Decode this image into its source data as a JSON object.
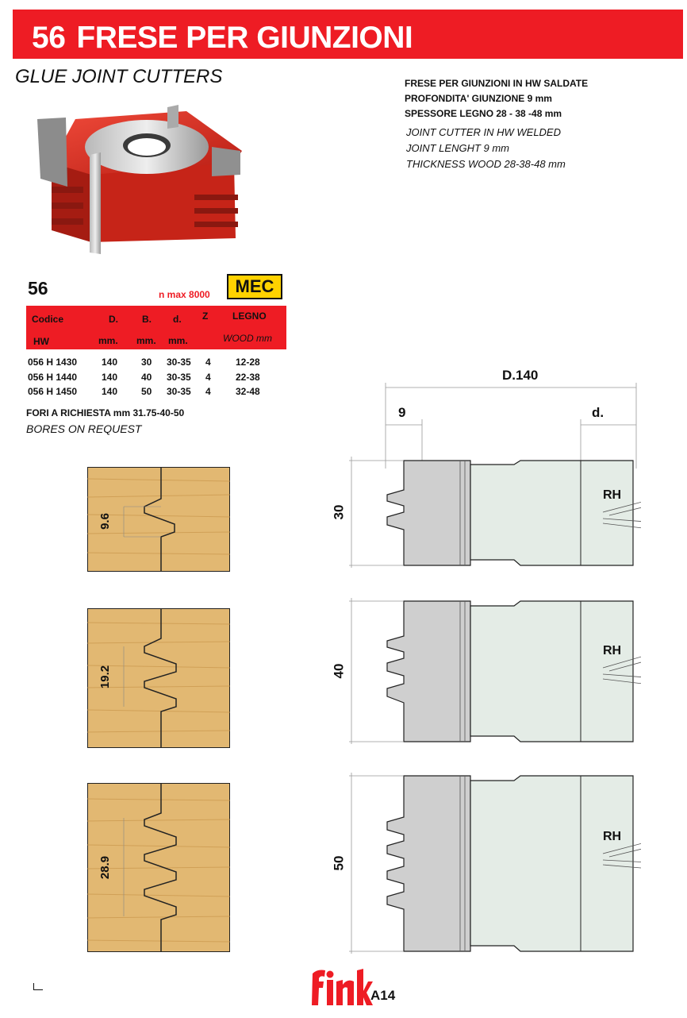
{
  "header": {
    "number": "56",
    "title": "FRESE PER GIUNZIONI",
    "subtitle": "GLUE JOINT CUTTERS"
  },
  "specs": {
    "it": [
      "FRESE PER GIUNZIONI IN HW SALDATE",
      "PROFONDITA' GIUNZIONE 9 mm",
      "SPESSORE LEGNO 28 - 38 -48 mm"
    ],
    "en": [
      "JOINT CUTTER IN HW WELDED",
      "JOINT LENGHT 9 mm",
      "THICKNESS WOOD 28-38-48 mm"
    ]
  },
  "model": "56",
  "n_max": "n max 8000",
  "mec_badge": "MEC",
  "table": {
    "headers_top": [
      "Codice",
      "D.",
      "B.",
      "d.",
      "Z",
      "LEGNO"
    ],
    "headers_bottom": [
      "HW",
      "mm.",
      "mm.",
      "mm.",
      "WOOD mm"
    ],
    "rows": [
      [
        "056 H 1430",
        "140",
        "30",
        "30-35",
        "4",
        "12-28"
      ],
      [
        "056 H 1440",
        "140",
        "40",
        "30-35",
        "4",
        "22-38"
      ],
      [
        "056 H 1450",
        "140",
        "50",
        "30-35",
        "4",
        "32-48"
      ]
    ]
  },
  "bores": {
    "it": "FORI A RICHIESTA mm 31.75-40-50",
    "en": "BORES ON REQUEST"
  },
  "wood_samples": [
    "9.6",
    "19.2",
    "28.9"
  ],
  "dimensions": {
    "diameter": "D.140",
    "depth": "9",
    "bore": "d."
  },
  "profiles": [
    {
      "height": "30",
      "rotation": "RH"
    },
    {
      "height": "40",
      "rotation": "RH"
    },
    {
      "height": "50",
      "rotation": "RH"
    }
  ],
  "footer": {
    "page": "A14"
  },
  "colors": {
    "brand_red": "#ee1c24",
    "badge_yellow": "#ffd200",
    "tooth_grey": "#cfcfcf",
    "body_green": "#e4ece6",
    "wood": "#e2b872"
  }
}
